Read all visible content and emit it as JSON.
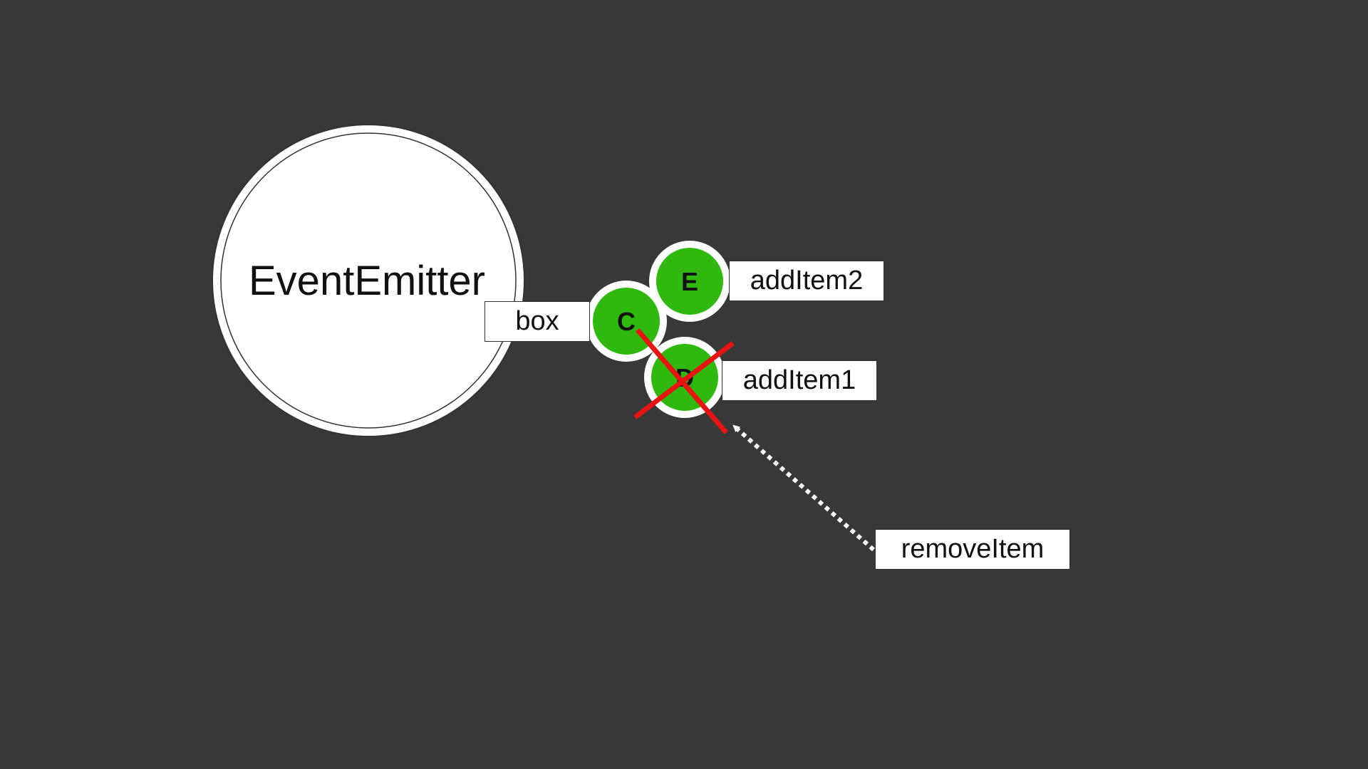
{
  "diagram": {
    "background_color": "#383838",
    "emitter": {
      "label": "EventEmitter"
    },
    "nodes": [
      {
        "id": "C",
        "letter": "C",
        "color": "#2fb90f"
      },
      {
        "id": "E",
        "letter": "E",
        "color": "#2fb90f"
      },
      {
        "id": "D",
        "letter": "D",
        "color": "#2fb90f",
        "removed": true
      }
    ],
    "labels": {
      "box": "box",
      "add_item_2": "addItem2",
      "add_item_1": "addItem1",
      "remove_item": "removeItem"
    },
    "colors": {
      "node_fill": "#2fb90f",
      "node_border": "#ffffff",
      "cross": "#e81313",
      "arrow": "#ffffff"
    }
  }
}
